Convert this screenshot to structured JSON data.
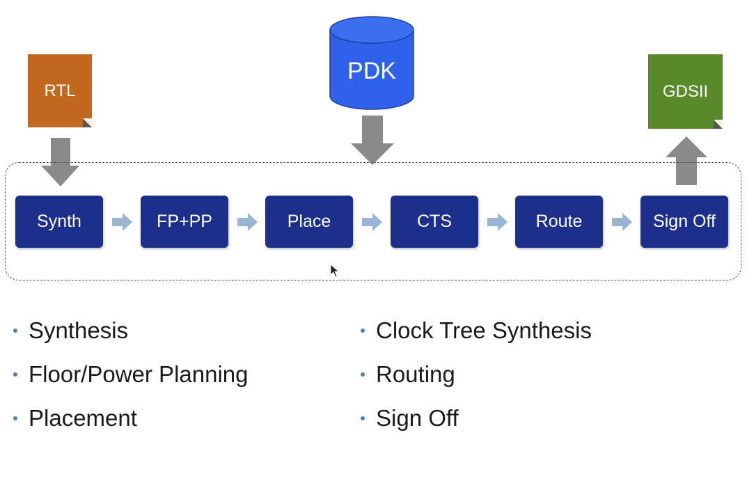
{
  "inputs": {
    "rtl": "RTL",
    "pdk": "PDK",
    "output": "GDSII"
  },
  "stages": [
    "Synth",
    "FP+PP",
    "Place",
    "CTS",
    "Route",
    "Sign Off"
  ],
  "legend_left": [
    "Synthesis",
    "Floor/Power Planning",
    "Placement"
  ],
  "legend_right": [
    "Clock Tree Synthesis",
    "Routing",
    "Sign Off"
  ],
  "colors": {
    "stage": "#1d2f8a",
    "rtl": "#c0691f",
    "pdk": "#2f62e8",
    "gdsii": "#5a8a2a",
    "connector_arrow": "#8a8a8a",
    "stage_arrow": "#9ab4d4"
  }
}
